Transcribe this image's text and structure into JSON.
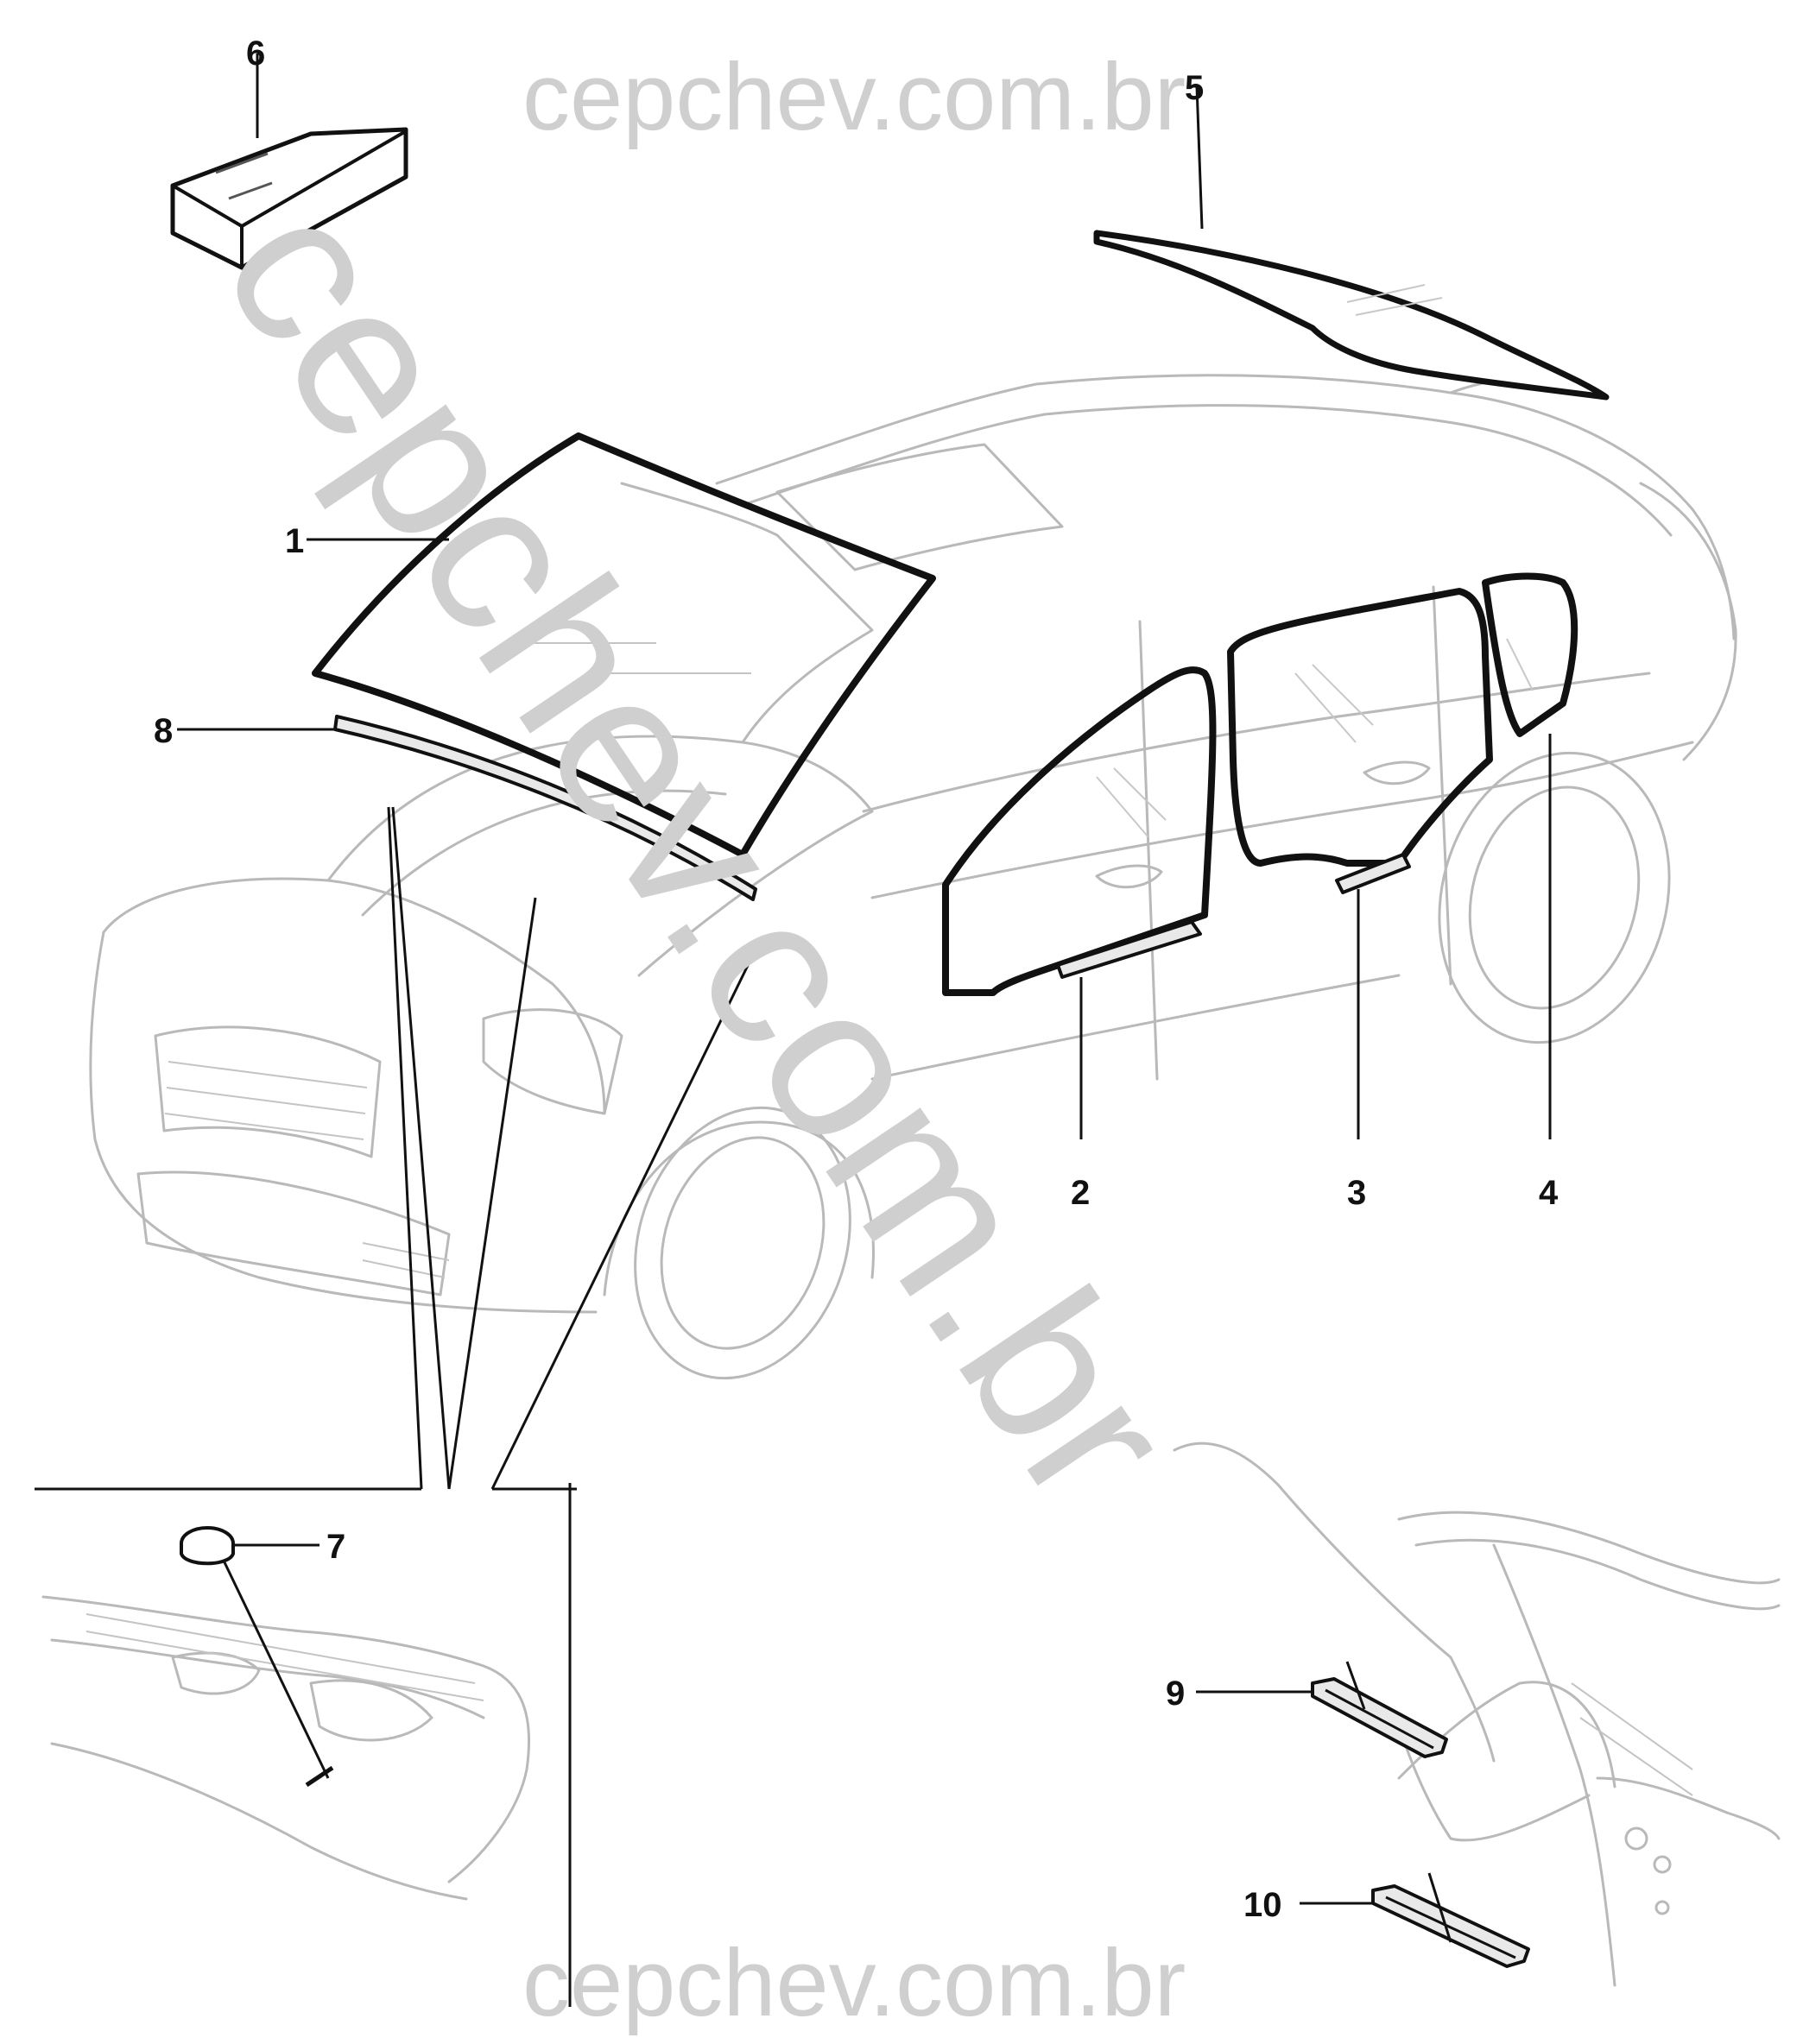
{
  "watermark": {
    "top": "cepchev.com.br",
    "bottom": "cepchev.com.br",
    "diagonal": "cepchev.com.br",
    "color": "#cfcfcf"
  },
  "callouts": {
    "c1": "1",
    "c2": "2",
    "c3": "3",
    "c4": "4",
    "c5": "5",
    "c6": "6",
    "c7": "7",
    "c8": "8",
    "c9": "9",
    "c10": "10"
  }
}
